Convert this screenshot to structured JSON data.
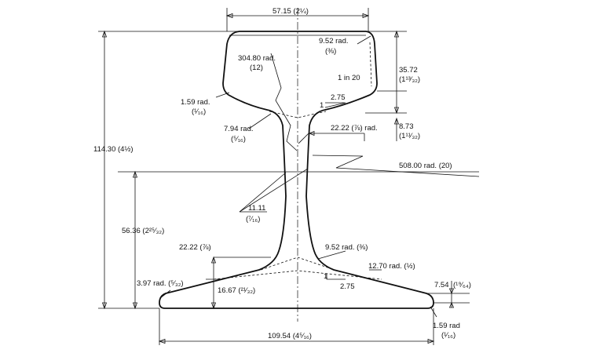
{
  "drawing": {
    "dimensions": {
      "head_width": "57.15 (2¼)",
      "height_total": "114.30 (4½)",
      "base_width": "109.54 (4⁵⁄₁₆)",
      "neutral_axis": "56.36 (2²⁵⁄₃₂)",
      "head_depth": "35.72 (1¹³⁄₃₂)",
      "head_depth_line1": "35.72",
      "head_depth_line2": "(1¹³⁄₃₂)",
      "fishing_depth_head": "8.73",
      "fishing_depth_head_frac": "(1¹¹⁄₃₂)",
      "base_edge": "7.54",
      "base_edge_frac": "(¹⁹⁄₆₄)",
      "foot_height": "16.67 (²¹⁄₃₂)",
      "foot_thickness": "22.22 (⅞)",
      "web_thickness": "11.11",
      "web_thickness_frac": "(⁷⁄₁₆)",
      "head_slope_len": "2.75",
      "foot_slope_len": "2.75"
    },
    "radii": {
      "crown_line1": "304.80 rad.",
      "crown_line2": "(12)",
      "head_corner_line1": "9.52 rad.",
      "head_corner_line2": "(⅜)",
      "head_slope": "1 in 20",
      "head_under_line1": "1.59 rad.",
      "head_under_line2": "(¹⁄₁₆)",
      "head_fillet_line1": "7.94 rad.",
      "head_fillet_line2": "(⁵⁄₁₆)",
      "head_web_fillet": "22.22 (⅞) rad.",
      "web_rad": "508.00 rad. (20)",
      "foot_fillet": "9.52  rad. (⅜)",
      "foot_slope_rad": "12.70 rad. (½)",
      "foot_edge_rad_left": "3.97 rad. (⁵⁄₃₂)",
      "foot_corner_line1": "1.59 rad",
      "foot_corner_line2": "(¹⁄₁₆)",
      "slope_mark": "1"
    }
  }
}
